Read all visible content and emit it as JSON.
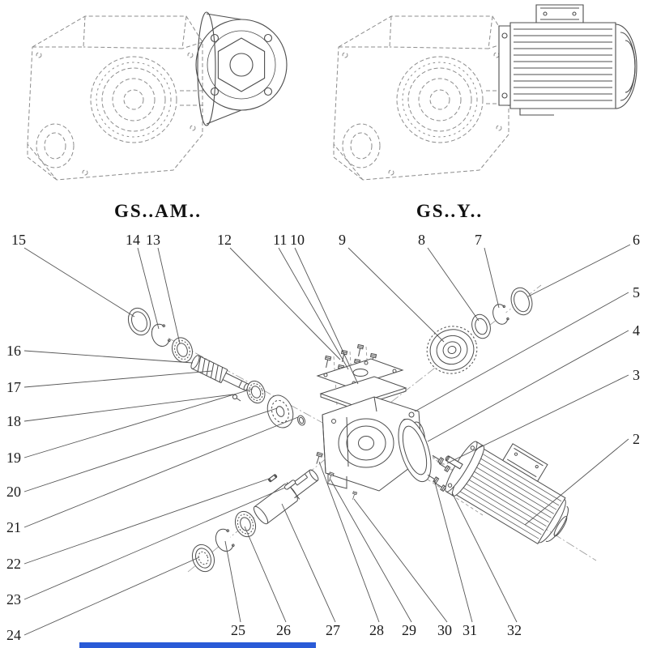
{
  "titles": {
    "left_model": "GS..AM..",
    "right_model": "GS..Y.."
  },
  "callouts": {
    "top_row": [
      "15",
      "14",
      "13",
      "12",
      "11",
      "10",
      "9",
      "8",
      "7",
      "6"
    ],
    "left_column": [
      "16",
      "17",
      "18",
      "19",
      "20",
      "21",
      "22",
      "23",
      "24"
    ],
    "right_column": [
      "5",
      "4",
      "3",
      "2"
    ],
    "bottom_row": [
      "25",
      "26",
      "27",
      "28",
      "29",
      "30",
      "31",
      "32"
    ]
  },
  "colors": {
    "line_art": "#4d4d4d",
    "hidden_lines": "#8c8c8c",
    "footer_bar": "#2a5bd7"
  }
}
